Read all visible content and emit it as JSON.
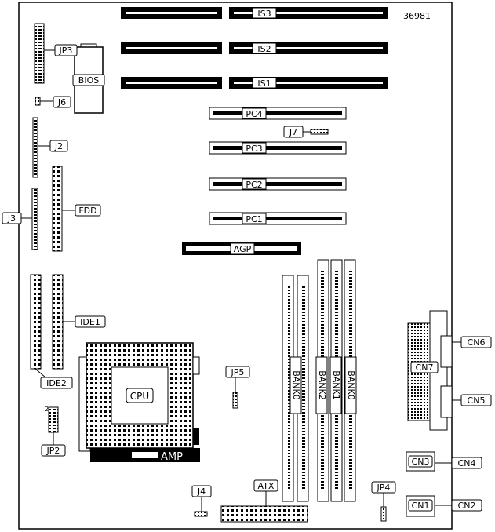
{
  "figure_id": "36981",
  "labels": {
    "is3": "IS3",
    "is2": "IS2",
    "is1": "IS1",
    "jp3": "JP3",
    "bios": "BIOS",
    "j6": "J6",
    "j2": "J2",
    "fdd": "FDD",
    "j3": "J3",
    "pc4": "PC4",
    "j7": "J7",
    "pc3": "PC3",
    "pc2": "PC2",
    "pc1": "PC1",
    "agp": "AGP",
    "ide1": "IDE1",
    "ide2": "IDE2",
    "cpu": "CPU",
    "amp": "AMP",
    "jp5": "JP5",
    "jp2": "JP2",
    "jp2_pin": "2",
    "j4": "J4",
    "atx": "ATX",
    "jp4": "JP4",
    "bank0_a": "BANK0",
    "bank0_b": "BANK0",
    "bank2": "BANK2",
    "bank1": "BANK1",
    "cn6": "CN6",
    "cn7": "CN7",
    "cn5": "CN5",
    "cn3": "CN3",
    "cn4": "CN4",
    "cn1": "CN1",
    "cn2": "CN2"
  },
  "colors": {
    "ink": "#000000",
    "paper": "#ffffff"
  }
}
